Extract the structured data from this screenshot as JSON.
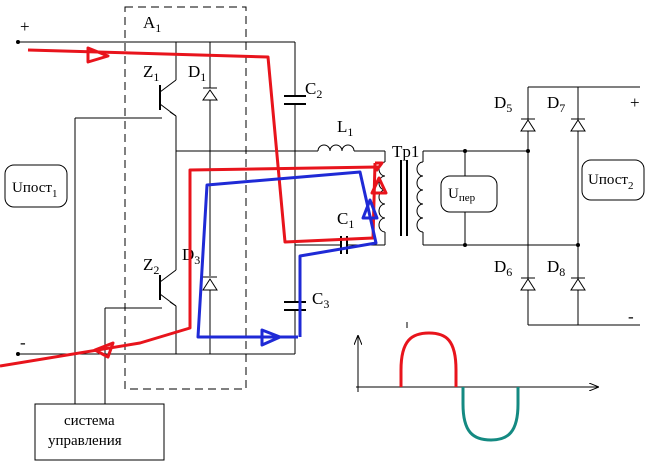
{
  "labels": {
    "plus_in": "+",
    "minus_in": "-",
    "a1": "A",
    "a1_sub": "1",
    "z1": "Z",
    "z1_sub": "1",
    "d1": "D",
    "d1_sub": "1",
    "z2": "Z",
    "z2_sub": "2",
    "d3": "D",
    "d3_sub": "3",
    "c2": "C",
    "c2_sub": "2",
    "l1": "L",
    "l1_sub": "1",
    "tp1": "Tp1",
    "c1": "C",
    "c1_sub": "1",
    "c3": "C",
    "c3_sub": "3",
    "d5": "D",
    "d5_sub": "5",
    "d7": "D",
    "d7_sub": "7",
    "d6": "D",
    "d6_sub": "6",
    "d8": "D",
    "d8_sub": "8",
    "plus_out": "+",
    "minus_out": "-",
    "upost1": "Uпост",
    "upost1_sub": "1",
    "upost2": "Uпост",
    "upost2_sub": "2",
    "uper": "U",
    "uper_sub": "пер",
    "control_line1": "система",
    "control_line2": "управления"
  },
  "colors": {
    "wire": "#000000",
    "path_positive": "#e8141c",
    "path_negative": "#1f2ad6",
    "wave_positive": "#e8141c",
    "wave_negative": "#148a82",
    "box_dashed": "#000000"
  }
}
